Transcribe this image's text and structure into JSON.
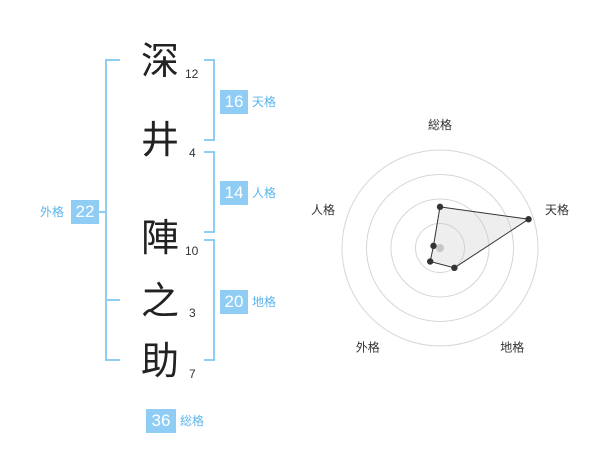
{
  "name_chars": [
    {
      "char": "深",
      "strokes": "12"
    },
    {
      "char": "井",
      "strokes": "4"
    },
    {
      "char": "陣",
      "strokes": "10"
    },
    {
      "char": "之",
      "strokes": "3"
    },
    {
      "char": "助",
      "strokes": "7"
    }
  ],
  "scores": {
    "tenkaku": {
      "value": "16",
      "label": "天格"
    },
    "jinkaku": {
      "value": "14",
      "label": "人格"
    },
    "chikaku": {
      "value": "20",
      "label": "地格"
    },
    "gaikaku": {
      "value": "22",
      "label": "外格"
    },
    "soukaku": {
      "value": "36",
      "label": "総格"
    }
  },
  "colors": {
    "accent": "#8fcdf5",
    "label": "#5bb4ec",
    "bracket": "#8fcdf5"
  },
  "chart_data": {
    "type": "radar",
    "axes": [
      "総格",
      "天格",
      "地格",
      "外格",
      "人格"
    ],
    "values": [
      0.42,
      0.95,
      0.25,
      0.17,
      0.07
    ],
    "range": [
      0,
      1
    ],
    "rings": 4,
    "grid": true
  }
}
